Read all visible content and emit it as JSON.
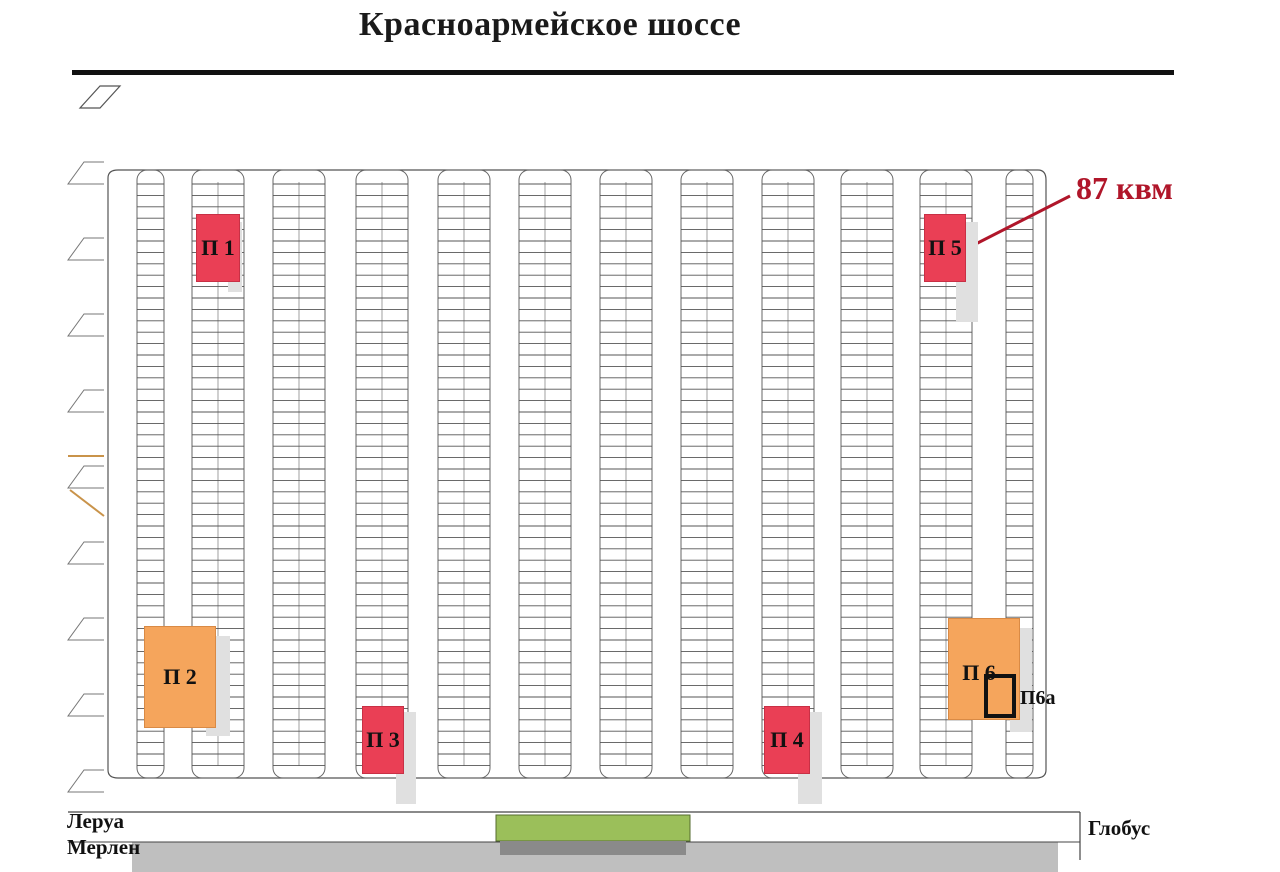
{
  "road": {
    "name": "Красноармейское шоссе"
  },
  "pavilions": [
    {
      "id": "p1",
      "label": "П 1",
      "kind": "red"
    },
    {
      "id": "p2",
      "label": "П 2",
      "kind": "orange"
    },
    {
      "id": "p3",
      "label": "П 3",
      "kind": "red"
    },
    {
      "id": "p4",
      "label": "П 4",
      "kind": "red"
    },
    {
      "id": "p5",
      "label": "П 5",
      "kind": "red"
    },
    {
      "id": "p6",
      "label": "П 6",
      "kind": "orange"
    },
    {
      "id": "p6a",
      "label": "П6а",
      "kind": "outline"
    }
  ],
  "annotation": {
    "area": "87 квм",
    "target": "П 5"
  },
  "neighbors": {
    "left": "Леруа Мерлен",
    "right": "Глобус"
  },
  "colors": {
    "red": "#ea3f55",
    "orange": "#f5a55c",
    "annotation": "#b0162a",
    "green_strip": "#9bbf5a"
  }
}
